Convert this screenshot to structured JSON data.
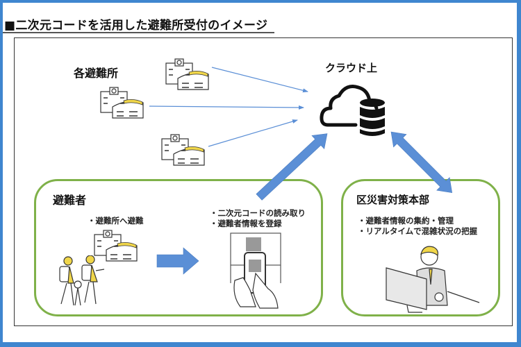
{
  "title": "■二次元コードを活用した避難所受付のイメージ",
  "shelters": {
    "label": "各避難所",
    "icon": "school-building-icon"
  },
  "cloud": {
    "label": "クラウド上",
    "icon": "cloud-database-icon"
  },
  "evacuee_panel": {
    "heading": "避難者",
    "step1": "・避難所へ避難",
    "step2_lines": [
      "・二次元コードの読み取り",
      "・避難者情報を登録"
    ]
  },
  "hq_panel": {
    "heading": "区災害対策本部",
    "lines": [
      "・避難者情報の集約・管理",
      "・リアルタイムで混雑状況の把握"
    ]
  },
  "colors": {
    "frame_border": "#3f86cf",
    "arrow_blue": "#5b8fd6",
    "panel_green": "#7fb149",
    "accent_yellow": "#f0d64a"
  }
}
